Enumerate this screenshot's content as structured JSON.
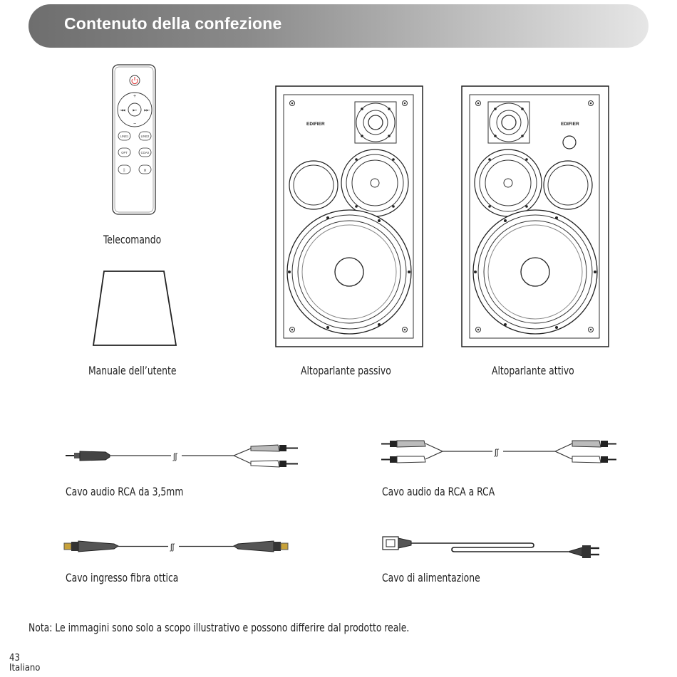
{
  "header": {
    "title": "Contenuto della confezione"
  },
  "items": {
    "remote": "Telecomando",
    "manual": "Manuale dell’utente",
    "passive_speaker": "Altoparlante passivo",
    "active_speaker": "Altoparlante attivo",
    "rca_35_cable": "Cavo audio RCA da 3,5mm",
    "rca_rca_cable": "Cavo audio da RCA a RCA",
    "optical_cable": "Cavo ingresso fibra ottica",
    "power_cable": "Cavo di alimentazione"
  },
  "remote_buttons": [
    "LINE1",
    "LINE2",
    "OPT",
    "COAX"
  ],
  "speaker_brand": "EDIFIER",
  "note": "Nota: Le immagini sono solo a scopo illustrativo e possono differire dal prodotto reale.",
  "footer": {
    "page_number": "43",
    "language": "Italiano"
  }
}
